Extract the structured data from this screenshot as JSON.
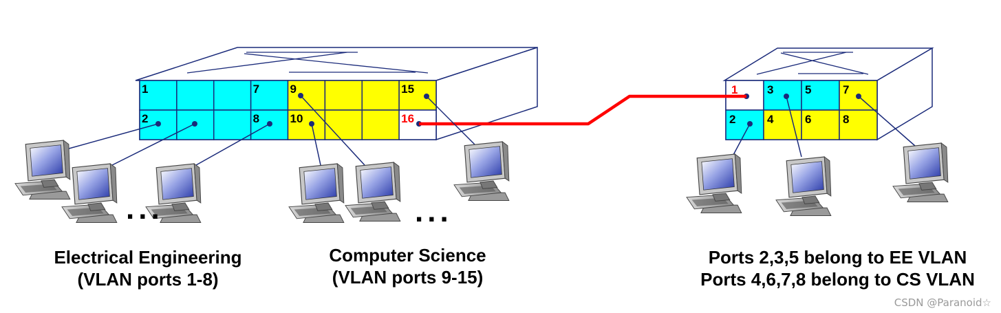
{
  "colors": {
    "ee_vlan": "#00ffff",
    "cs_vlan": "#ffff00",
    "trunk_port": "#ffffff",
    "trunk_link": "#ff0000",
    "outline": "#1a2a7a",
    "port_label": "#000000",
    "trunk_label": "#ff0000"
  },
  "left_switch": {
    "ports": [
      {
        "label": "1",
        "vlan": "ee"
      },
      {
        "label": "2",
        "vlan": "ee"
      },
      {
        "label": "7",
        "vlan": "ee"
      },
      {
        "label": "8",
        "vlan": "ee"
      },
      {
        "label": "9",
        "vlan": "cs"
      },
      {
        "label": "10",
        "vlan": "cs"
      },
      {
        "label": "15",
        "vlan": "cs"
      },
      {
        "label": "16",
        "vlan": "trunk"
      }
    ],
    "ellipses": [
      "...",
      "..."
    ]
  },
  "right_switch": {
    "ports": [
      {
        "label": "1",
        "vlan": "trunk"
      },
      {
        "label": "2",
        "vlan": "ee"
      },
      {
        "label": "3",
        "vlan": "ee"
      },
      {
        "label": "4",
        "vlan": "cs"
      },
      {
        "label": "5",
        "vlan": "ee"
      },
      {
        "label": "6",
        "vlan": "cs"
      },
      {
        "label": "7",
        "vlan": "cs"
      },
      {
        "label": "8",
        "vlan": "cs"
      }
    ]
  },
  "captions": {
    "ee": {
      "line1": "Electrical Engineering",
      "line2": "(VLAN ports 1-8)"
    },
    "cs": {
      "line1": "Computer Science",
      "line2": "(VLAN ports 9-15)"
    },
    "right": {
      "line1": "Ports 2,3,5 belong to EE VLAN",
      "line2": "Ports 4,6,7,8 belong to CS VLAN"
    }
  },
  "watermark": "CSDN @Paranoid☆"
}
